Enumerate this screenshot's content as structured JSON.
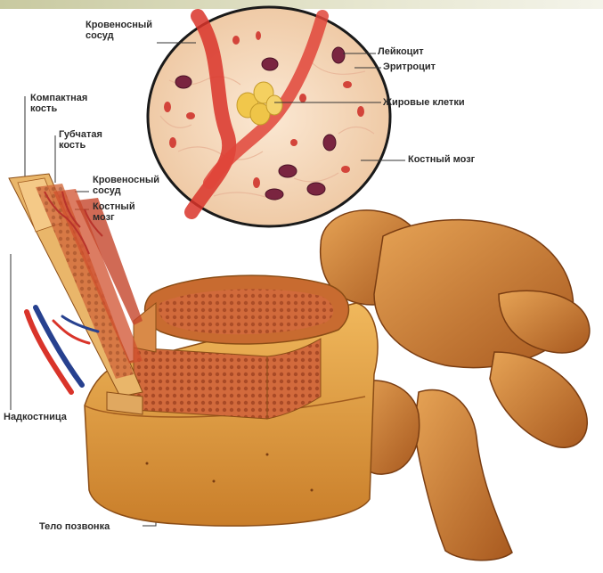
{
  "labels": {
    "blood_vessel_top": "Кровеносный сосуд",
    "leukocyte": "Лейкоцит",
    "erythrocyte": "Эритроцит",
    "fat_cells": "Жировые клетки",
    "bone_marrow_right": "Костный мозг",
    "compact_bone": "Компактная кость",
    "spongy_bone": "Губчатая кость",
    "blood_vessel_left": "Кровеносный сосуд",
    "bone_marrow_left": "Костный мозг",
    "periosteum": "Надкостница",
    "vertebral_body": "Тело позвонка"
  },
  "colors": {
    "bone": "#e0a148",
    "bone_dark": "#b86f25",
    "marrow": "#d77e52",
    "vessel_red": "#d9342a",
    "vessel_blue": "#27418f",
    "circle_bg": "#f6ddc3"
  }
}
